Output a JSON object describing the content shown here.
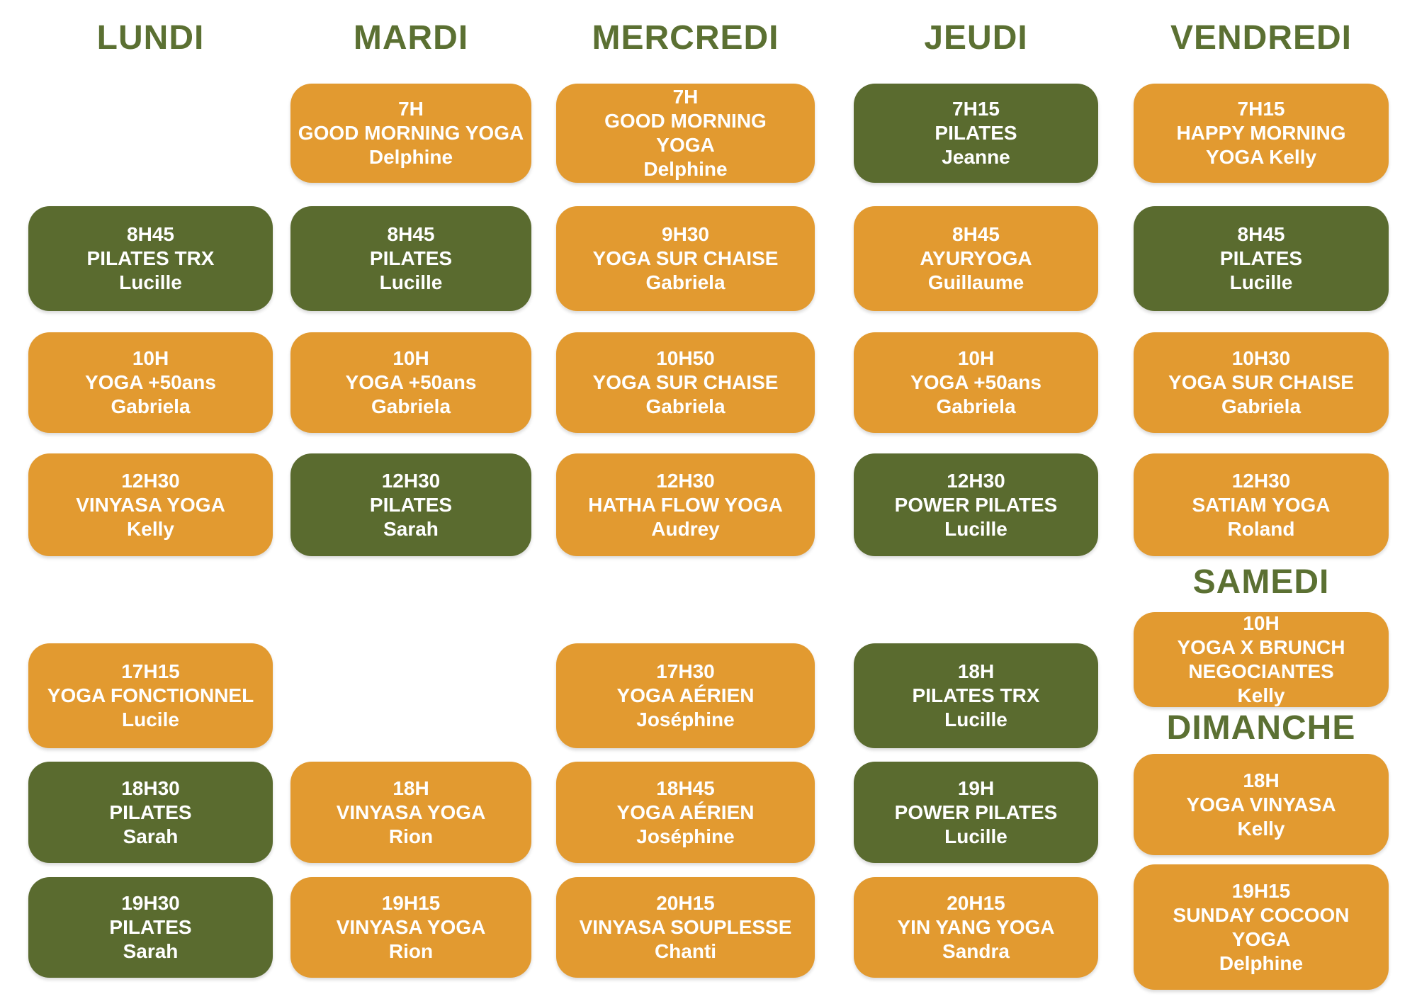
{
  "colors": {
    "orange": "#E29A30",
    "green": "#5A6B2F",
    "header": "#5B7032",
    "background": "#FFFFFF",
    "card_text": "#FFFFFF"
  },
  "schedule": {
    "sections": [
      {
        "id": "lundi",
        "header": "LUNDI",
        "column": "lundi",
        "header_slot": "main",
        "classes": [
          {
            "slot": "r2",
            "color": "green",
            "time": "8H45",
            "title": "PILATES TRX",
            "teacher": "Lucille",
            "lines": [
              "8H45",
              "PILATES TRX",
              "Lucille"
            ]
          },
          {
            "slot": "r3",
            "color": "orange",
            "time": "10H",
            "title": "YOGA +50ans",
            "teacher": "Gabriela",
            "lines": [
              "10H",
              "YOGA +50ans",
              "Gabriela"
            ]
          },
          {
            "slot": "r4",
            "color": "orange",
            "time": "12H30",
            "title": "VINYASA YOGA",
            "teacher": "Kelly",
            "lines": [
              "12H30",
              "VINYASA YOGA",
              "Kelly"
            ]
          },
          {
            "slot": "r5",
            "color": "orange",
            "time": "17H15",
            "title": "YOGA FONCTIONNEL",
            "teacher": "Lucile",
            "lines": [
              "17H15",
              "YOGA FONCTIONNEL",
              "Lucile"
            ]
          },
          {
            "slot": "r6",
            "color": "green",
            "time": "18H30",
            "title": "PILATES",
            "teacher": "Sarah",
            "lines": [
              "18H30",
              "PILATES",
              "Sarah"
            ]
          },
          {
            "slot": "r7",
            "color": "green",
            "time": "19H30",
            "title": "PILATES",
            "teacher": "Sarah",
            "lines": [
              "19H30",
              "PILATES",
              "Sarah"
            ]
          }
        ]
      },
      {
        "id": "mardi",
        "header": "MARDI",
        "column": "mardi",
        "header_slot": "main",
        "classes": [
          {
            "slot": "r1",
            "color": "orange",
            "time": "7H",
            "title": "GOOD MORNING YOGA",
            "teacher": "Delphine",
            "lines": [
              "7H",
              "GOOD MORNING YOGA",
              "Delphine"
            ]
          },
          {
            "slot": "r2",
            "color": "green",
            "time": "8H45",
            "title": "PILATES",
            "teacher": "Lucille",
            "lines": [
              "8H45",
              "PILATES",
              "Lucille"
            ]
          },
          {
            "slot": "r3",
            "color": "orange",
            "time": "10H",
            "title": "YOGA +50ans",
            "teacher": "Gabriela",
            "lines": [
              "10H",
              "YOGA +50ans",
              "Gabriela"
            ]
          },
          {
            "slot": "r4",
            "color": "green",
            "time": "12H30",
            "title": "PILATES",
            "teacher": "Sarah",
            "lines": [
              "12H30",
              "PILATES",
              "Sarah"
            ]
          },
          {
            "slot": "r6",
            "color": "orange",
            "time": "18H",
            "title": "VINYASA YOGA",
            "teacher": "Rion",
            "lines": [
              "18H",
              "VINYASA YOGA",
              "Rion"
            ]
          },
          {
            "slot": "r7",
            "color": "orange",
            "time": "19H15",
            "title": "VINYASA YOGA",
            "teacher": "Rion",
            "lines": [
              "19H15",
              "VINYASA YOGA",
              "Rion"
            ]
          }
        ]
      },
      {
        "id": "mercredi",
        "header": "MERCREDI",
        "column": "mercredi",
        "header_slot": "main",
        "classes": [
          {
            "slot": "r1",
            "color": "orange",
            "time": "7H",
            "title": "GOOD MORNING YOGA",
            "teacher": "Delphine",
            "lines": [
              "7H",
              "GOOD MORNING",
              "YOGA",
              "Delphine"
            ]
          },
          {
            "slot": "r2",
            "color": "orange",
            "time": "9H30",
            "title": "YOGA SUR CHAISE",
            "teacher": "Gabriela",
            "lines": [
              "9H30",
              "YOGA SUR CHAISE",
              "Gabriela"
            ]
          },
          {
            "slot": "r3",
            "color": "orange",
            "time": "10H50",
            "title": "YOGA SUR CHAISE",
            "teacher": "Gabriela",
            "lines": [
              "10H50",
              "YOGA SUR CHAISE",
              "Gabriela"
            ]
          },
          {
            "slot": "r4",
            "color": "orange",
            "time": "12H30",
            "title": "HATHA FLOW YOGA",
            "teacher": "Audrey",
            "lines": [
              "12H30",
              "HATHA FLOW YOGA",
              "Audrey"
            ]
          },
          {
            "slot": "r5",
            "color": "orange",
            "time": "17H30",
            "title": "YOGA AÉRIEN",
            "teacher": "Joséphine",
            "lines": [
              "17H30",
              "YOGA AÉRIEN",
              "Joséphine"
            ]
          },
          {
            "slot": "r6",
            "color": "orange",
            "time": "18H45",
            "title": "YOGA AÉRIEN",
            "teacher": "Joséphine",
            "lines": [
              "18H45",
              "YOGA AÉRIEN",
              "Joséphine"
            ]
          },
          {
            "slot": "r7",
            "color": "orange",
            "time": "20H15",
            "title": "VINYASA SOUPLESSE",
            "teacher": "Chanti",
            "lines": [
              "20H15",
              "VINYASA SOUPLESSE",
              "Chanti"
            ]
          }
        ]
      },
      {
        "id": "jeudi",
        "header": "JEUDI",
        "column": "jeudi",
        "header_slot": "main",
        "classes": [
          {
            "slot": "r1",
            "color": "green",
            "time": "7H15",
            "title": "PILATES",
            "teacher": "Jeanne",
            "lines": [
              "7H15",
              "PILATES",
              "Jeanne"
            ]
          },
          {
            "slot": "r2",
            "color": "orange",
            "time": "8H45",
            "title": "AYURYOGA",
            "teacher": "Guillaume",
            "lines": [
              "8H45",
              "AYURYOGA",
              "Guillaume"
            ]
          },
          {
            "slot": "r3",
            "color": "orange",
            "time": "10H",
            "title": "YOGA +50ans",
            "teacher": "Gabriela",
            "lines": [
              "10H",
              "YOGA +50ans",
              "Gabriela"
            ]
          },
          {
            "slot": "r4",
            "color": "green",
            "time": "12H30",
            "title": "POWER PILATES",
            "teacher": "Lucille",
            "lines": [
              "12H30",
              "POWER PILATES",
              "Lucille"
            ]
          },
          {
            "slot": "r5",
            "color": "green",
            "time": "18H",
            "title": "PILATES TRX",
            "teacher": "Lucille",
            "lines": [
              "18H",
              "PILATES TRX",
              "Lucille"
            ]
          },
          {
            "slot": "r6",
            "color": "green",
            "time": "19H",
            "title": "POWER PILATES",
            "teacher": "Lucille",
            "lines": [
              "19H",
              "POWER PILATES",
              "Lucille"
            ]
          },
          {
            "slot": "r7",
            "color": "orange",
            "time": "20H15",
            "title": "YIN YANG YOGA",
            "teacher": "Sandra",
            "lines": [
              "20H15",
              "YIN YANG YOGA",
              "Sandra"
            ]
          }
        ]
      },
      {
        "id": "vendredi",
        "header": "VENDREDI",
        "column": "vendredi",
        "header_slot": "main",
        "classes": [
          {
            "slot": "r1",
            "color": "orange",
            "time": "7H15",
            "title": "HAPPY MORNING YOGA",
            "teacher": "Kelly",
            "lines": [
              "7H15",
              "HAPPY MORNING",
              "YOGA Kelly"
            ]
          },
          {
            "slot": "r2",
            "color": "green",
            "time": "8H45",
            "title": "PILATES",
            "teacher": "Lucille",
            "lines": [
              "8H45",
              "PILATES",
              "Lucille"
            ]
          },
          {
            "slot": "r3",
            "color": "orange",
            "time": "10H30",
            "title": "YOGA SUR CHAISE",
            "teacher": "Gabriela",
            "lines": [
              "10H30",
              "YOGA SUR CHAISE",
              "Gabriela"
            ]
          },
          {
            "slot": "r4",
            "color": "orange",
            "time": "12H30",
            "title": "SATIAM YOGA",
            "teacher": "Roland",
            "lines": [
              "12H30",
              "SATIAM YOGA",
              "Roland"
            ]
          }
        ]
      },
      {
        "id": "samedi",
        "header": "SAMEDI",
        "column": "vendredi",
        "header_slot": "samedi",
        "classes": [
          {
            "slot": "sam1",
            "color": "orange",
            "time": "10H",
            "title": "YOGA X BRUNCH NEGOCIANTES",
            "teacher": "Kelly",
            "lines": [
              "10H",
              "YOGA X BRUNCH",
              "NEGOCIANTES",
              "Kelly"
            ]
          }
        ]
      },
      {
        "id": "dimanche",
        "header": "DIMANCHE",
        "column": "vendredi",
        "header_slot": "dimanche",
        "classes": [
          {
            "slot": "dim1",
            "color": "orange",
            "time": "18H",
            "title": "YOGA VINYASA",
            "teacher": "Kelly",
            "lines": [
              "18H",
              "YOGA VINYASA",
              "Kelly"
            ]
          },
          {
            "slot": "dim2",
            "color": "orange",
            "time": "19H15",
            "title": "SUNDAY COCOON YOGA",
            "teacher": "Delphine",
            "lines": [
              "19H15",
              "SUNDAY COCOON",
              "YOGA",
              "Delphine"
            ]
          }
        ]
      }
    ]
  }
}
